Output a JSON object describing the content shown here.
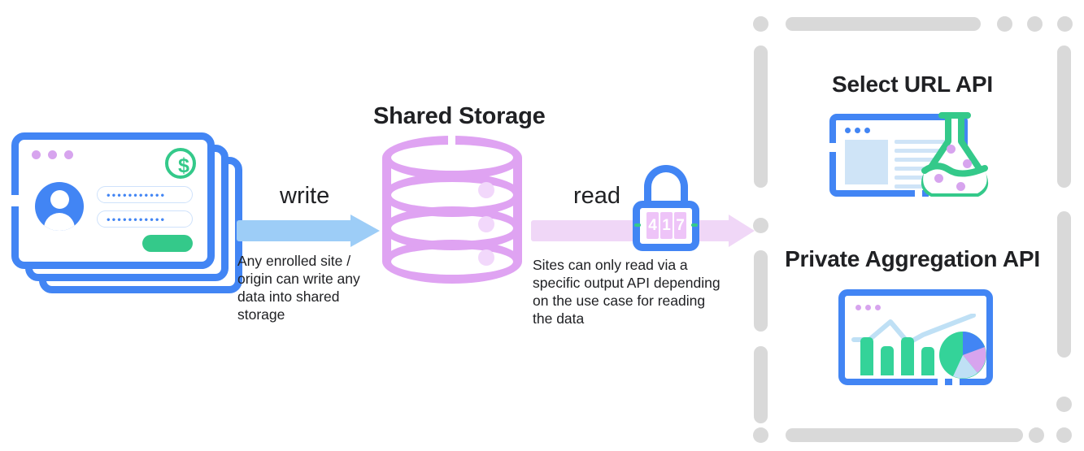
{
  "diagram": {
    "title": "Shared Storage write and read flow",
    "storage_title": "Shared Storage",
    "write": {
      "label": "write",
      "caption": "Any enrolled site / origin can write any data into shared storage",
      "arrow_color": "#9dcdf7"
    },
    "read": {
      "label": "read",
      "caption": "Sites can only read via a specific output API depending on the use case for reading the data",
      "arrow_color": "#f0d7f7"
    },
    "lock": {
      "name": "combination-lock",
      "digits": [
        "4",
        "1",
        "7"
      ]
    },
    "source": {
      "name": "stacked-browser-windows",
      "window_count": 3,
      "dots": [
        "dot",
        "dot",
        "dot"
      ],
      "money_symbol": "$",
      "field_one": "•••••••••••",
      "field_two": "•••••••••••"
    },
    "storage": {
      "layers": 3,
      "color": "#dfa3f2",
      "dot_color": "#f2d8fb"
    },
    "outputs": {
      "panel_border_color": "#d9d9d9",
      "items": [
        {
          "title": "Select URL API",
          "icon": "browser-window-with-flask-icon"
        },
        {
          "title": "Private Aggregation API",
          "icon": "dashboard-charts-icon"
        }
      ]
    },
    "colors": {
      "blue": "#4285f4",
      "green": "#34c98a",
      "purple": "#dfa3f2",
      "light_blue": "#cfe4f7",
      "text": "#202124"
    }
  }
}
